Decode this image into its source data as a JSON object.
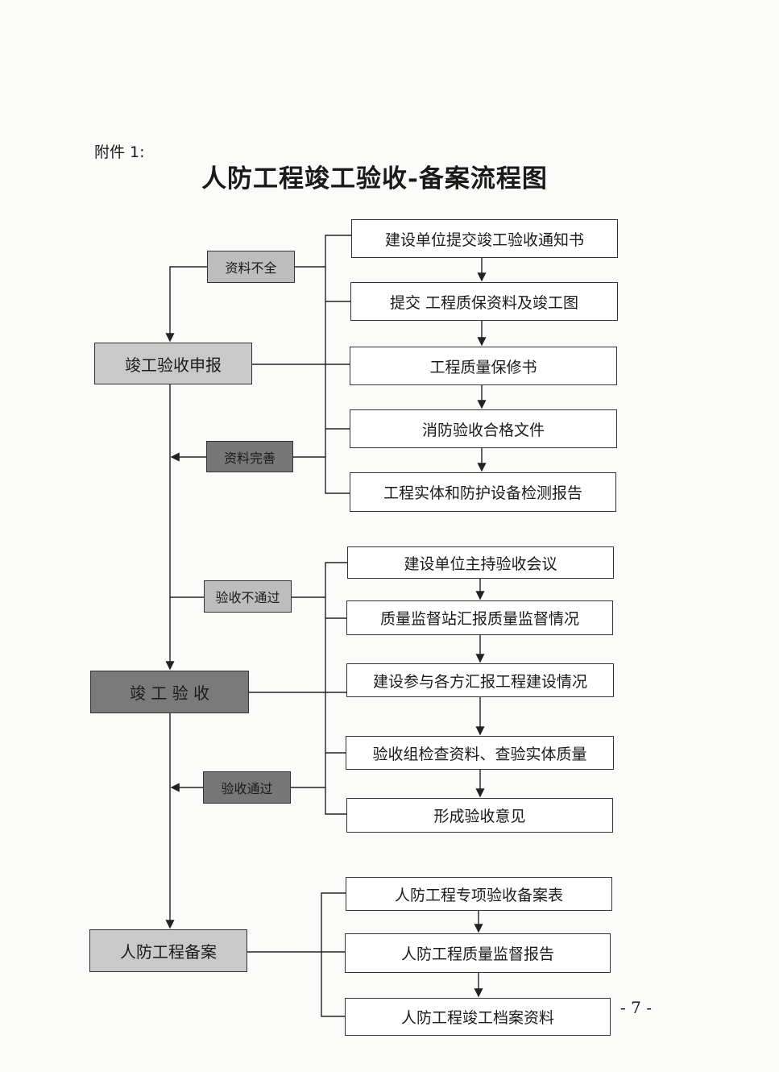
{
  "attachment_label": "附件 1:",
  "title": "人防工程竣工验收-备案流程图",
  "stages": {
    "apply": "竣工验收申报",
    "acceptance": "竣 工 验 收",
    "filing": "人防工程备案"
  },
  "conditions": {
    "incomplete": "资料不全",
    "completed": "资料完善",
    "failed": "验收不通过",
    "passed": "验收通过"
  },
  "apply_steps": [
    "建设单位提交竣工验收通知书",
    "提交 工程质保资料及竣工图",
    "工程质量保修书",
    "消防验收合格文件",
    "工程实体和防护设备检测报告"
  ],
  "acceptance_steps": [
    "建设单位主持验收会议",
    "质量监督站汇报质量监督情况",
    "建设参与各方汇报工程建设情况",
    "验收组检查资料、查验实体质量",
    "形成验收意见"
  ],
  "filing_steps": [
    "人防工程专项验收备案表",
    "人防工程质量监督报告",
    "人防工程竣工档案资料"
  ],
  "page_number": "- 7 -"
}
